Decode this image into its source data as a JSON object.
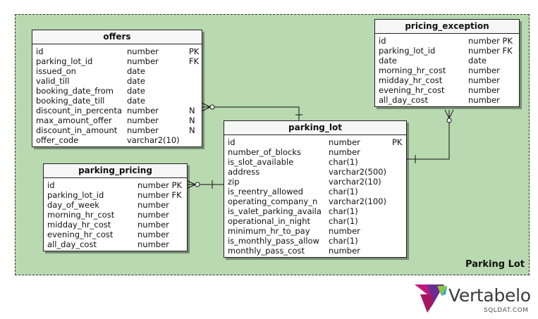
{
  "area_label": "Parking Lot",
  "tables": {
    "offers": {
      "title": "offers",
      "columns": [
        {
          "name": "id",
          "type": "number",
          "key": "PK"
        },
        {
          "name": "parking_lot_id",
          "type": "number",
          "key": "FK"
        },
        {
          "name": "issued_on",
          "type": "date",
          "key": ""
        },
        {
          "name": "valid_till",
          "type": "date",
          "key": ""
        },
        {
          "name": "booking_date_from",
          "type": "date",
          "key": ""
        },
        {
          "name": "booking_date_till",
          "type": "date",
          "key": ""
        },
        {
          "name": "discount_in_percenta",
          "type": "number",
          "key": "N"
        },
        {
          "name": "max_amount_offer",
          "type": "number",
          "key": "N"
        },
        {
          "name": "discount_in_amount",
          "type": "number",
          "key": "N"
        },
        {
          "name": "offer_code",
          "type": "varchar2(10)",
          "key": ""
        }
      ]
    },
    "pricing_exception": {
      "title": "pricing_exception",
      "columns": [
        {
          "name": "id",
          "type": "number PK",
          "key": ""
        },
        {
          "name": "parking_lot_id",
          "type": "number FK",
          "key": ""
        },
        {
          "name": "date",
          "type": "date",
          "key": ""
        },
        {
          "name": "morning_hr_cost",
          "type": "number",
          "key": ""
        },
        {
          "name": "midday_hr_cost",
          "type": "number",
          "key": ""
        },
        {
          "name": "evening_hr_cost",
          "type": "number",
          "key": ""
        },
        {
          "name": "all_day_cost",
          "type": "number",
          "key": ""
        }
      ]
    },
    "parking_lot": {
      "title": "parking_lot",
      "columns": [
        {
          "name": "id",
          "type": "number",
          "key": "PK"
        },
        {
          "name": "number_of_blocks",
          "type": "number",
          "key": ""
        },
        {
          "name": "is_slot_available",
          "type": "char(1)",
          "key": ""
        },
        {
          "name": "address",
          "type": "varchar2(500)",
          "key": ""
        },
        {
          "name": "zip",
          "type": "varchar2(10)",
          "key": ""
        },
        {
          "name": "is_reentry_allowed",
          "type": "char(1)",
          "key": ""
        },
        {
          "name": "operating_company_n",
          "type": "varchar2(100)",
          "key": ""
        },
        {
          "name": "is_valet_parking_availa",
          "type": "char(1)",
          "key": ""
        },
        {
          "name": "operational_in_night",
          "type": "char(1)",
          "key": ""
        },
        {
          "name": "minimum_hr_to_pay",
          "type": "number",
          "key": ""
        },
        {
          "name": "is_monthly_pass_allow",
          "type": "char(1)",
          "key": ""
        },
        {
          "name": "monthly_pass_cost",
          "type": "number",
          "key": ""
        }
      ]
    },
    "parking_pricing": {
      "title": "parking_pricing",
      "columns": [
        {
          "name": "id",
          "type": "number PK",
          "key": ""
        },
        {
          "name": "parking_lot_id",
          "type": "number FK",
          "key": ""
        },
        {
          "name": "day_of_week",
          "type": "number",
          "key": ""
        },
        {
          "name": "morning_hr_cost",
          "type": "number",
          "key": ""
        },
        {
          "name": "midday_hr_cost",
          "type": "number",
          "key": ""
        },
        {
          "name": "evening_hr_cost",
          "type": "number",
          "key": ""
        },
        {
          "name": "all_day_cost",
          "type": "number",
          "key": ""
        }
      ]
    }
  },
  "logo": {
    "name": "Vertabelo",
    "sub": "SQLDAT.COM"
  },
  "colors": {
    "area": "#b9d9b0",
    "logo_magenta": "#c2187a",
    "logo_purple": "#6b2c91",
    "logo_green": "#8cc63f",
    "logo_teal": "#27a9c9"
  }
}
